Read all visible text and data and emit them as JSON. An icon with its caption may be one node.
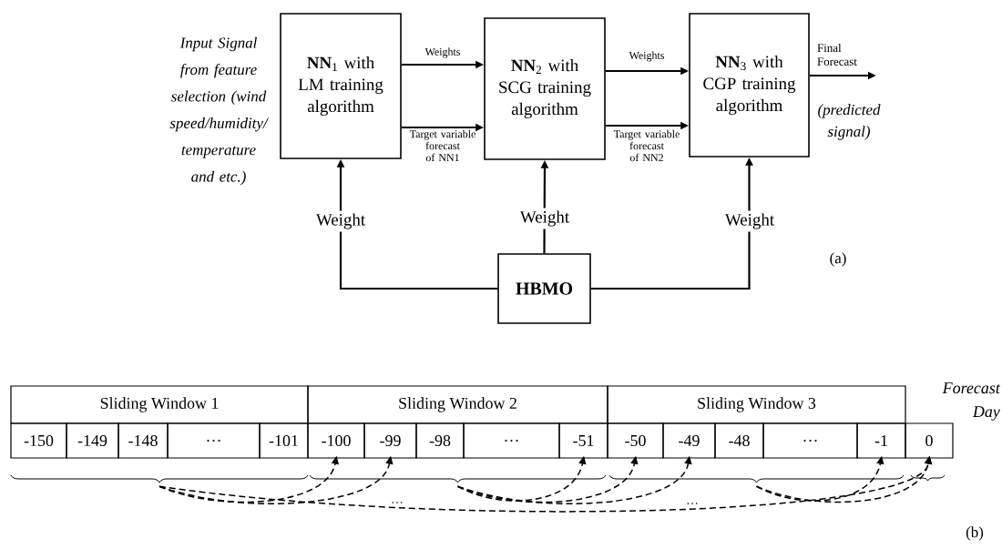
{
  "diagram": {
    "nodes": [
      {
        "text": [
          "**NN**$_{1}$ with LM training algorithm"
        ],
        "beside": [
          "Input Signal from feature selection (wind speed/humidity/ temperature and etc.)"
        ]
      },
      {
        "text": [
          "**NN**$_{2}$ with SCG training algorithm"
        ]
      },
      {
        "text": [
          "**NN**$_{3}$ with CGP training algorithm"
        ],
        "beside": [
          "(predicted signal)"
        ]
      },
      {
        "text": [
          "HBMO"
        ]
      },
      {
        "text": [
          "Sliding Window 1"
        ]
      },
      {
        "text": [
          "Sliding Window 2"
        ]
      },
      {
        "text": [
          "Sliding Window 3"
        ]
      },
      {
        "text": [
          "-150"
        ]
      },
      {
        "text": [
          "-149"
        ]
      },
      {
        "text": [
          "-148"
        ]
      },
      {
        "text": [
          "…"
        ]
      },
      {
        "text": [
          "-101"
        ]
      },
      {
        "text": [
          "-100"
        ]
      },
      {
        "text": [
          "-99"
        ]
      },
      {
        "text": [
          "-98"
        ]
      },
      {
        "text": [
          "…"
        ]
      },
      {
        "text": [
          "-51"
        ]
      },
      {
        "text": [
          "-50"
        ]
      },
      {
        "text": [
          "-49"
        ]
      },
      {
        "text": [
          "-48"
        ]
      },
      {
        "text": [
          "…"
        ]
      },
      {
        "text": [
          "-1"
        ]
      },
      {
        "text": [
          "Forecast Day",
          "0"
        ]
      },
      {
        "text": [],
        "shape": "brace"
      },
      {
        "text": [],
        "shape": "brace"
      },
      {
        "text": [],
        "shape": "brace"
      },
      {
        "text": [],
        "shape": "brace"
      }
    ],
    "edges": [
      {
        "from": 0,
        "to": 1,
        "arrow": "to",
        "label": "Weights"
      },
      {
        "from": 0,
        "to": 1,
        "arrow": "to",
        "label": "Target variable forecast of NN1"
      },
      {
        "from": 1,
        "to": 2,
        "arrow": "to",
        "label": "Weights"
      },
      {
        "from": 1,
        "to": 2,
        "arrow": "to",
        "label": "Target variable forecast of NN2"
      },
      {
        "from": 2,
        "to": null,
        "arrow": "to",
        "label": "Final Forecast"
      },
      {
        "from": 3,
        "to": 0,
        "arrow": "to",
        "label": "Weight"
      },
      {
        "from": 3,
        "to": 1,
        "arrow": "to",
        "label": "Weight"
      },
      {
        "from": 3,
        "to": 2,
        "arrow": "to",
        "label": "Weight"
      },
      {
        "from": 23,
        "to": 12,
        "arrow": "to",
        "style": "dashed"
      },
      {
        "from": 23,
        "to": 13,
        "arrow": "to",
        "style": "dashed"
      },
      {
        "from": 23,
        "to": 22,
        "arrow": "to",
        "style": "dashed"
      },
      {
        "from": 24,
        "to": 16,
        "arrow": "to",
        "style": "dashed"
      },
      {
        "from": 24,
        "to": 17,
        "arrow": "to",
        "style": "dashed"
      },
      {
        "from": 24,
        "to": 18,
        "arrow": "to",
        "style": "dashed"
      },
      {
        "from": 25,
        "to": 21,
        "arrow": "to",
        "style": "dashed"
      },
      {
        "from": 25,
        "to": 22,
        "arrow": "to",
        "style": "dashed"
      }
    ],
    "labels": [
      "(a)",
      "…",
      "…",
      "(b)"
    ]
  }
}
